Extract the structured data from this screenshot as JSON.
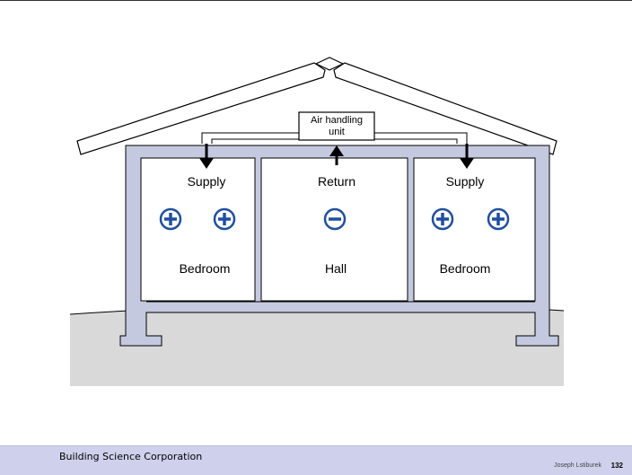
{
  "diagram": {
    "unit_label_line1": "Air handling",
    "unit_label_line2": "unit",
    "rooms": [
      {
        "airflow": "Supply",
        "pressure": "+",
        "name": "Bedroom"
      },
      {
        "airflow": "Return",
        "pressure": "−",
        "name": "Hall"
      },
      {
        "airflow": "Supply",
        "pressure": "+",
        "name": "Bedroom"
      }
    ],
    "colors": {
      "wall": "#c5c9df",
      "ground": "#d9d9d9",
      "outline": "#000000",
      "symbol": "#1f4fa0"
    }
  },
  "footer": {
    "organization": "Building Science Corporation",
    "author": "Joseph Lstiburek",
    "page": "132"
  }
}
